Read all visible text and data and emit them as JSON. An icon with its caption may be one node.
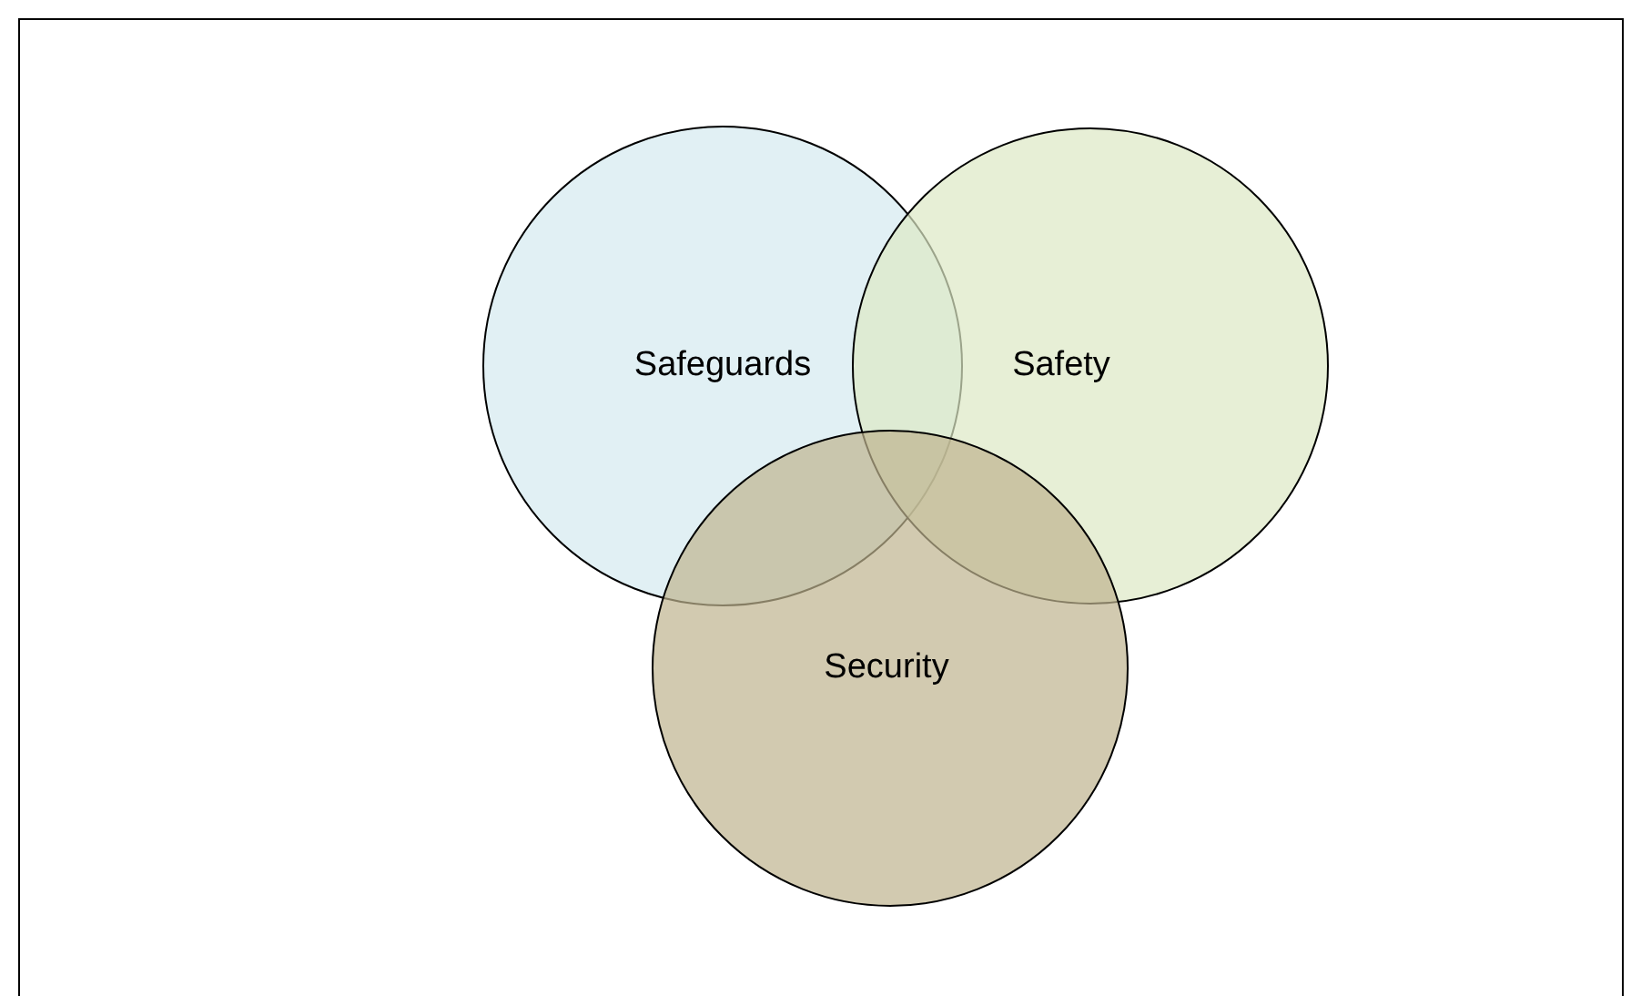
{
  "diagram": {
    "nodes": [
      {
        "text": [
          "Safeguards"
        ]
      },
      {
        "text": [
          "Safety"
        ]
      },
      {
        "text": [
          "Security"
        ]
      }
    ]
  }
}
